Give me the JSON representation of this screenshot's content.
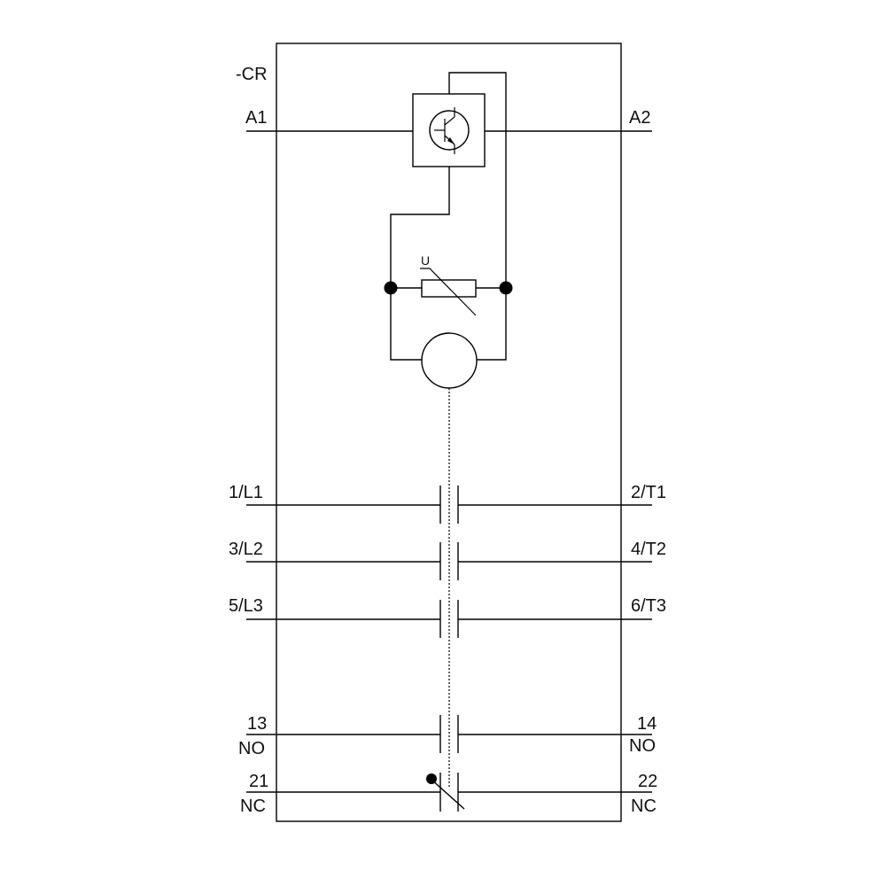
{
  "device": {
    "tag": "-CR"
  },
  "coil": {
    "left_terminal": "A1",
    "right_terminal": "A2",
    "varistor_label": "U"
  },
  "main_contacts": [
    {
      "left": "1/L1",
      "right": "2/T1"
    },
    {
      "left": "3/L2",
      "right": "4/T2"
    },
    {
      "left": "5/L3",
      "right": "6/T3"
    }
  ],
  "aux_contacts": [
    {
      "left_num": "13",
      "left_type": "NO",
      "right_num": "14",
      "right_type": "NO",
      "kind": "normally-open"
    },
    {
      "left_num": "21",
      "left_type": "NC",
      "right_num": "22",
      "right_type": "NC",
      "kind": "normally-closed"
    }
  ],
  "colors": {
    "line": "#000000",
    "background": "#ffffff"
  }
}
